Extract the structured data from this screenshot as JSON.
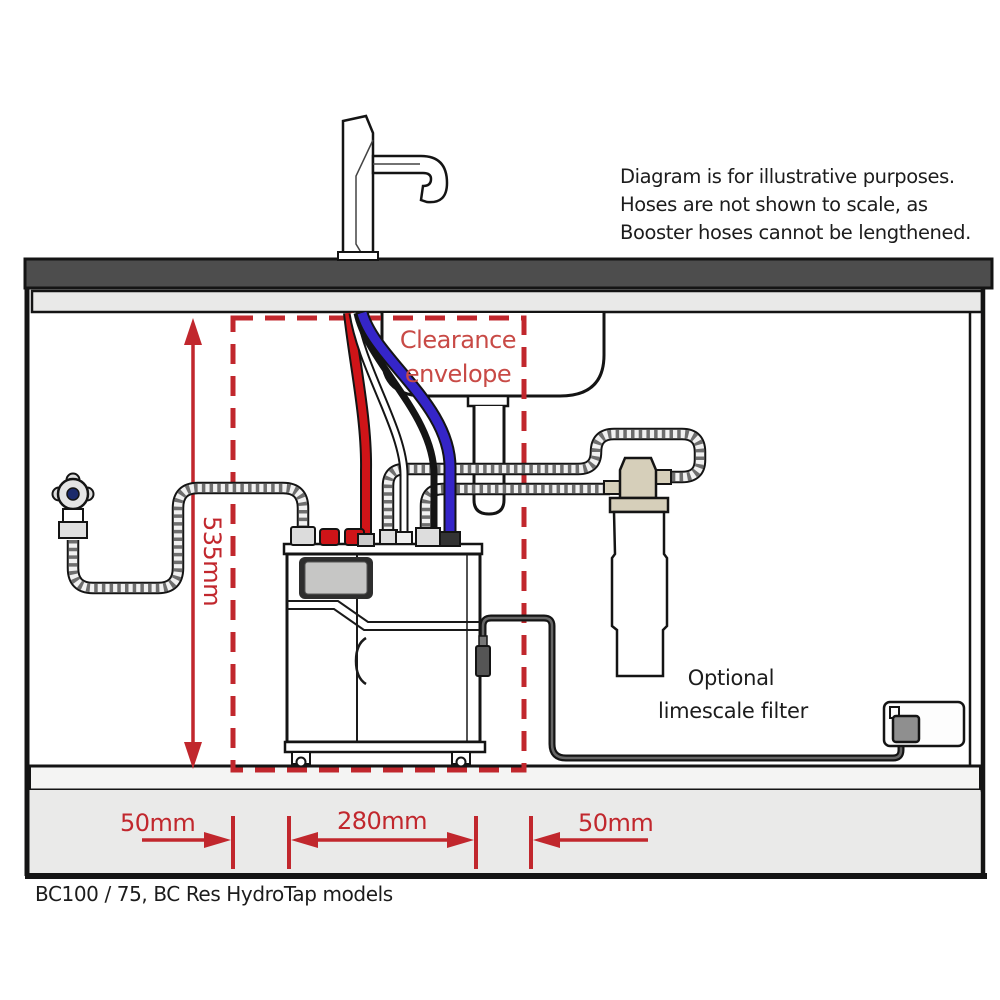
{
  "title_note": {
    "line1": "Diagram is for illustrative purposes.",
    "line2": "Hoses are not shown to scale, as",
    "line3": "Booster hoses cannot be lengthened."
  },
  "clearance_label": {
    "line1": "Clearance",
    "line2": "envelope"
  },
  "dimensions": {
    "cabinet_height": "535mm",
    "left_clearance": "50mm",
    "unit_width": "280mm",
    "right_clearance": "50mm"
  },
  "filter_label": {
    "line1": "Optional",
    "line2": "limescale filter"
  },
  "caption": "BC100 / 75, BC Res HydroTap models",
  "colors": {
    "dimension_red": "#c1272d",
    "label_red": "#c84a46",
    "hose_red": "#cf1418",
    "hose_blue": "#3525c8",
    "countertop_gray": "#4d4d4d",
    "filter_head_tan": "#d6cfba"
  }
}
